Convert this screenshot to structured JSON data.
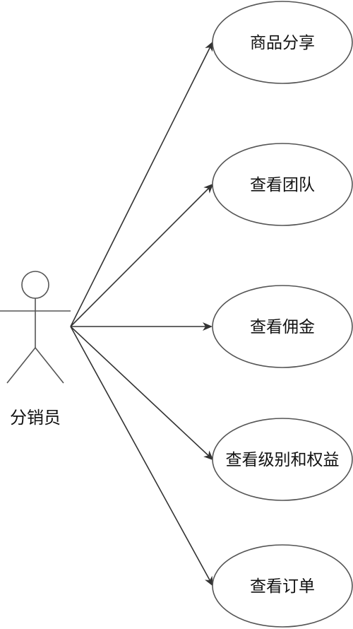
{
  "diagram": {
    "type": "use-case",
    "actor": {
      "label": "分销员"
    },
    "use_cases": [
      {
        "label": "商品分享"
      },
      {
        "label": "查看团队"
      },
      {
        "label": "查看佣金"
      },
      {
        "label": "查看级别和权益"
      },
      {
        "label": "查看订单"
      }
    ],
    "colors": {
      "stroke": "#555555",
      "line": "#333333",
      "text": "#111111",
      "background": "#ffffff"
    }
  }
}
